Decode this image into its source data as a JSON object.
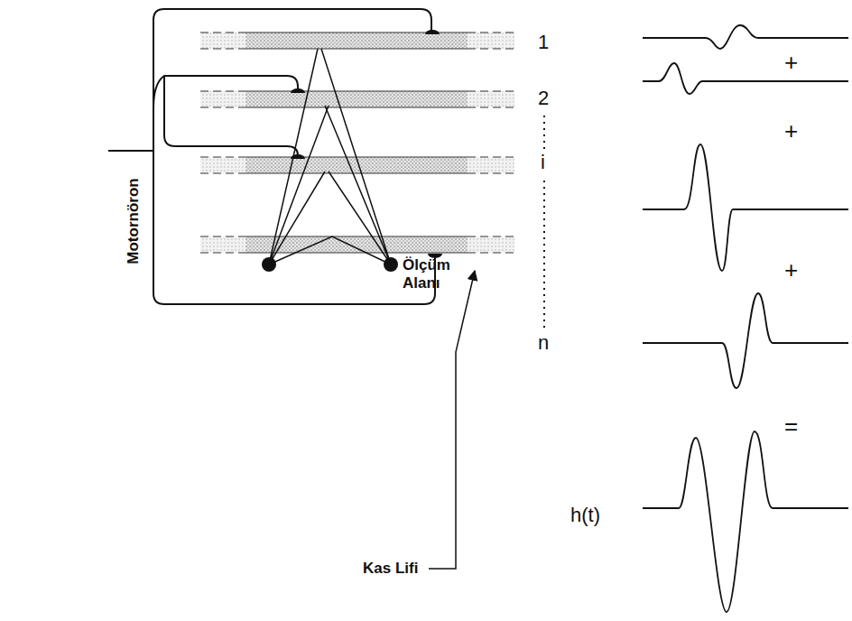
{
  "diagram": {
    "labels": [
      "1",
      "+",
      "2",
      "+",
      "i",
      "+",
      "n",
      "=",
      "h(t)",
      "Motornöron",
      "Ölçüm Alanı",
      "Kas Lifi"
    ]
  }
}
